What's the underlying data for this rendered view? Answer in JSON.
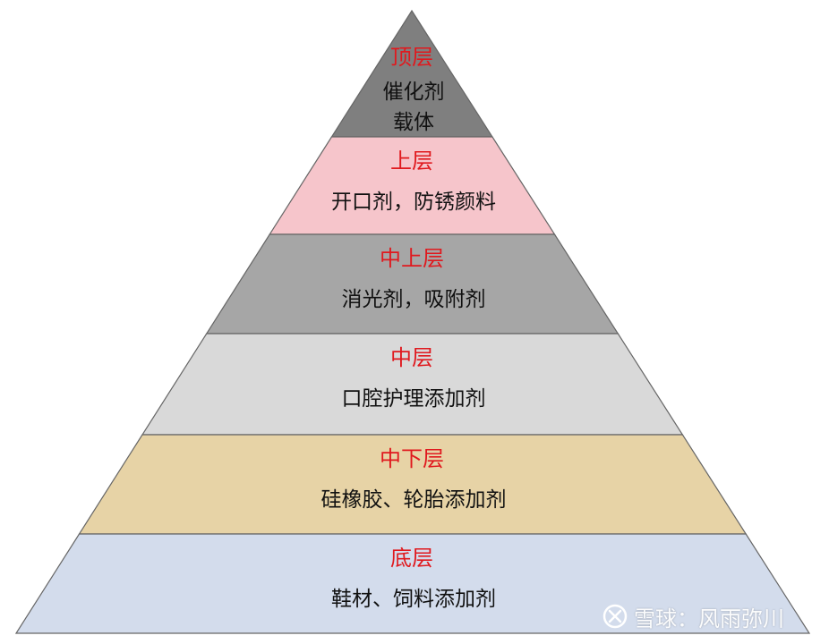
{
  "colors": {
    "title_text": "#e0191e",
    "desc_text": "#111111",
    "border": "#666666",
    "watermark": "#ffffff"
  },
  "tiers": [
    {
      "title": "顶层",
      "lines": [
        "催化剂",
        "载体"
      ],
      "fill": "#7f7f7f"
    },
    {
      "title": "上层",
      "lines": [
        "开口剂，防锈颜料"
      ],
      "fill": "#f6c5cb"
    },
    {
      "title": "中上层",
      "lines": [
        "消光剂，吸附剂"
      ],
      "fill": "#a6a6a6"
    },
    {
      "title": "中层",
      "lines": [
        "口腔护理添加剂"
      ],
      "fill": "#d9d9d9"
    },
    {
      "title": "中下层",
      "lines": [
        "硅橡胶、轮胎添加剂"
      ],
      "fill": "#e7d3a6"
    },
    {
      "title": "底层",
      "lines": [
        "鞋材、饲料添加剂"
      ],
      "fill": "#d3dcec"
    }
  ],
  "watermark": {
    "text": "雪球：风雨弥川",
    "logo_icon": "snowball-logo-icon"
  }
}
